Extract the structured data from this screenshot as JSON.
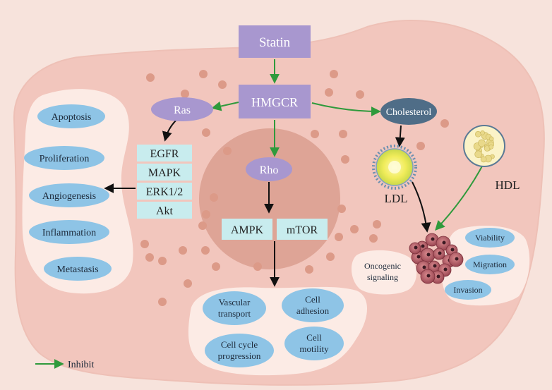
{
  "nodes": {
    "statin": "Statin",
    "hmgcr": "HMGCR",
    "ras": "Ras",
    "rho": "Rho",
    "cholesterol": "Cholesterol",
    "ldl": "LDL",
    "hdl": "HDL"
  },
  "ras_targets": [
    "EGFR",
    "MAPK",
    "ERK1/2",
    "Akt"
  ],
  "rho_targets": [
    "AMPK",
    "mTOR"
  ],
  "left_outcomes": [
    "Apoptosis",
    "Proliferation",
    "Angiogenesis",
    "Inflammation",
    "Metastasis"
  ],
  "bottom_outcomes": {
    "vascular_transport": [
      "Vascular",
      "transport"
    ],
    "cell_adhesion": [
      "Cell",
      "adhesion"
    ],
    "cell_cycle": [
      "Cell cycle",
      "progression"
    ],
    "cell_motility": [
      "Cell",
      "motility"
    ]
  },
  "oncogenic": [
    "Oncogenic",
    "signaling"
  ],
  "right_outcomes": [
    "Viability",
    "Migration",
    "Invasion"
  ],
  "legend": {
    "inhibit": "Inhibit"
  },
  "colors": {
    "background": "#f7e3dc",
    "cell": "#f2c6bd",
    "nucleus": "#dea496",
    "vesicle": "#fcebe5",
    "dot": "#dc9a88",
    "purple": "#a897cf",
    "cholesterol": "#4f6d87",
    "cyan_box": "#c8ecee",
    "blue_ellipse": "#8ec4e6",
    "inhibit_arrow": "#2f9a3c",
    "black_arrow": "#111111"
  }
}
